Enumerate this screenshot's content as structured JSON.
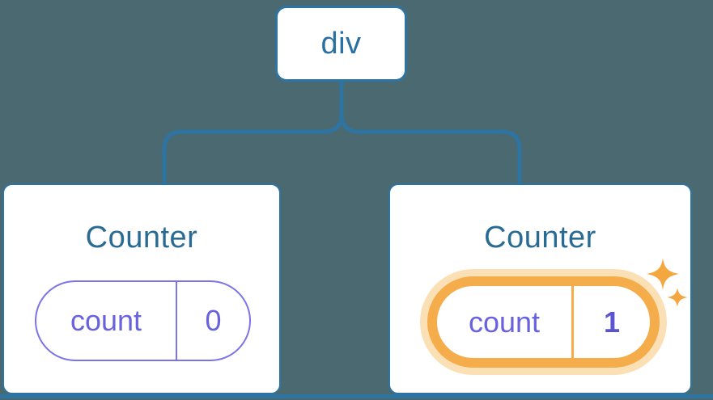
{
  "diagram_type": "react-component-tree",
  "colors": {
    "background": "#4b6971",
    "line_blue": "#2e74a3",
    "node_text_blue": "#2b70a2",
    "title_blue": "#2a6b94",
    "state_purple": "#6962df",
    "state_border_purple": "#7b73e8",
    "value_bold_purple": "#5a53d2",
    "highlight_orange": "#f5ac4b",
    "highlight_glow": "#fbe0b5",
    "sparkle_orange": "#f3a73e"
  },
  "tree": {
    "root": {
      "label": "div"
    },
    "children": [
      {
        "title": "Counter",
        "state": {
          "label": "count",
          "value": "0"
        },
        "highlighted": false
      },
      {
        "title": "Counter",
        "state": {
          "label": "count",
          "value": "1"
        },
        "highlighted": true
      }
    ]
  }
}
